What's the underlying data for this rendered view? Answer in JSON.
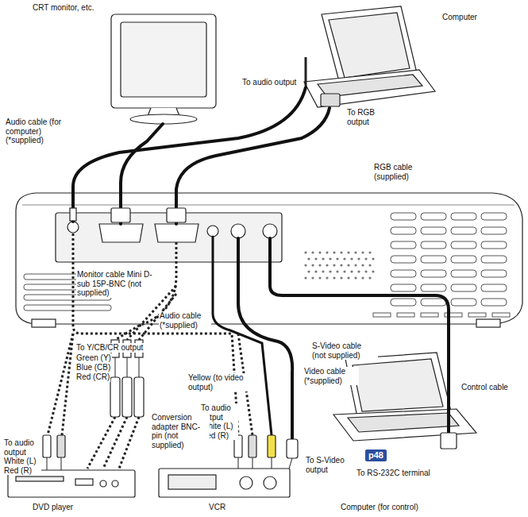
{
  "diagram": {
    "nodes": [
      {
        "text": [
          "p48"
        ]
      }
    ],
    "labels": [
      "CRT monitor, etc.",
      "Computer",
      "To audio output",
      "To RGB output",
      "RGB cable (supplied)",
      "Audio cable (for computer) (*supplied)",
      "Monitor cable Mini D-sub 15P-BNC (not supplied)",
      "Audio cable (*supplied)",
      "To Y/CB/CR output",
      "Green (Y)",
      "Blue (CB)",
      "Red (CR)",
      "S-Video cable (not supplied)",
      "Video cable (*supplied)",
      "Control cable",
      "Yellow (to video output)",
      "To audio output White (L) Red (R)",
      "To audio output White (L) Red (R)",
      "Conversion adapter BNC-pin (not supplied)",
      "To S-Video output",
      "To RS-232C terminal",
      "DVD player",
      "VCR",
      "Computer (for control)"
    ]
  }
}
